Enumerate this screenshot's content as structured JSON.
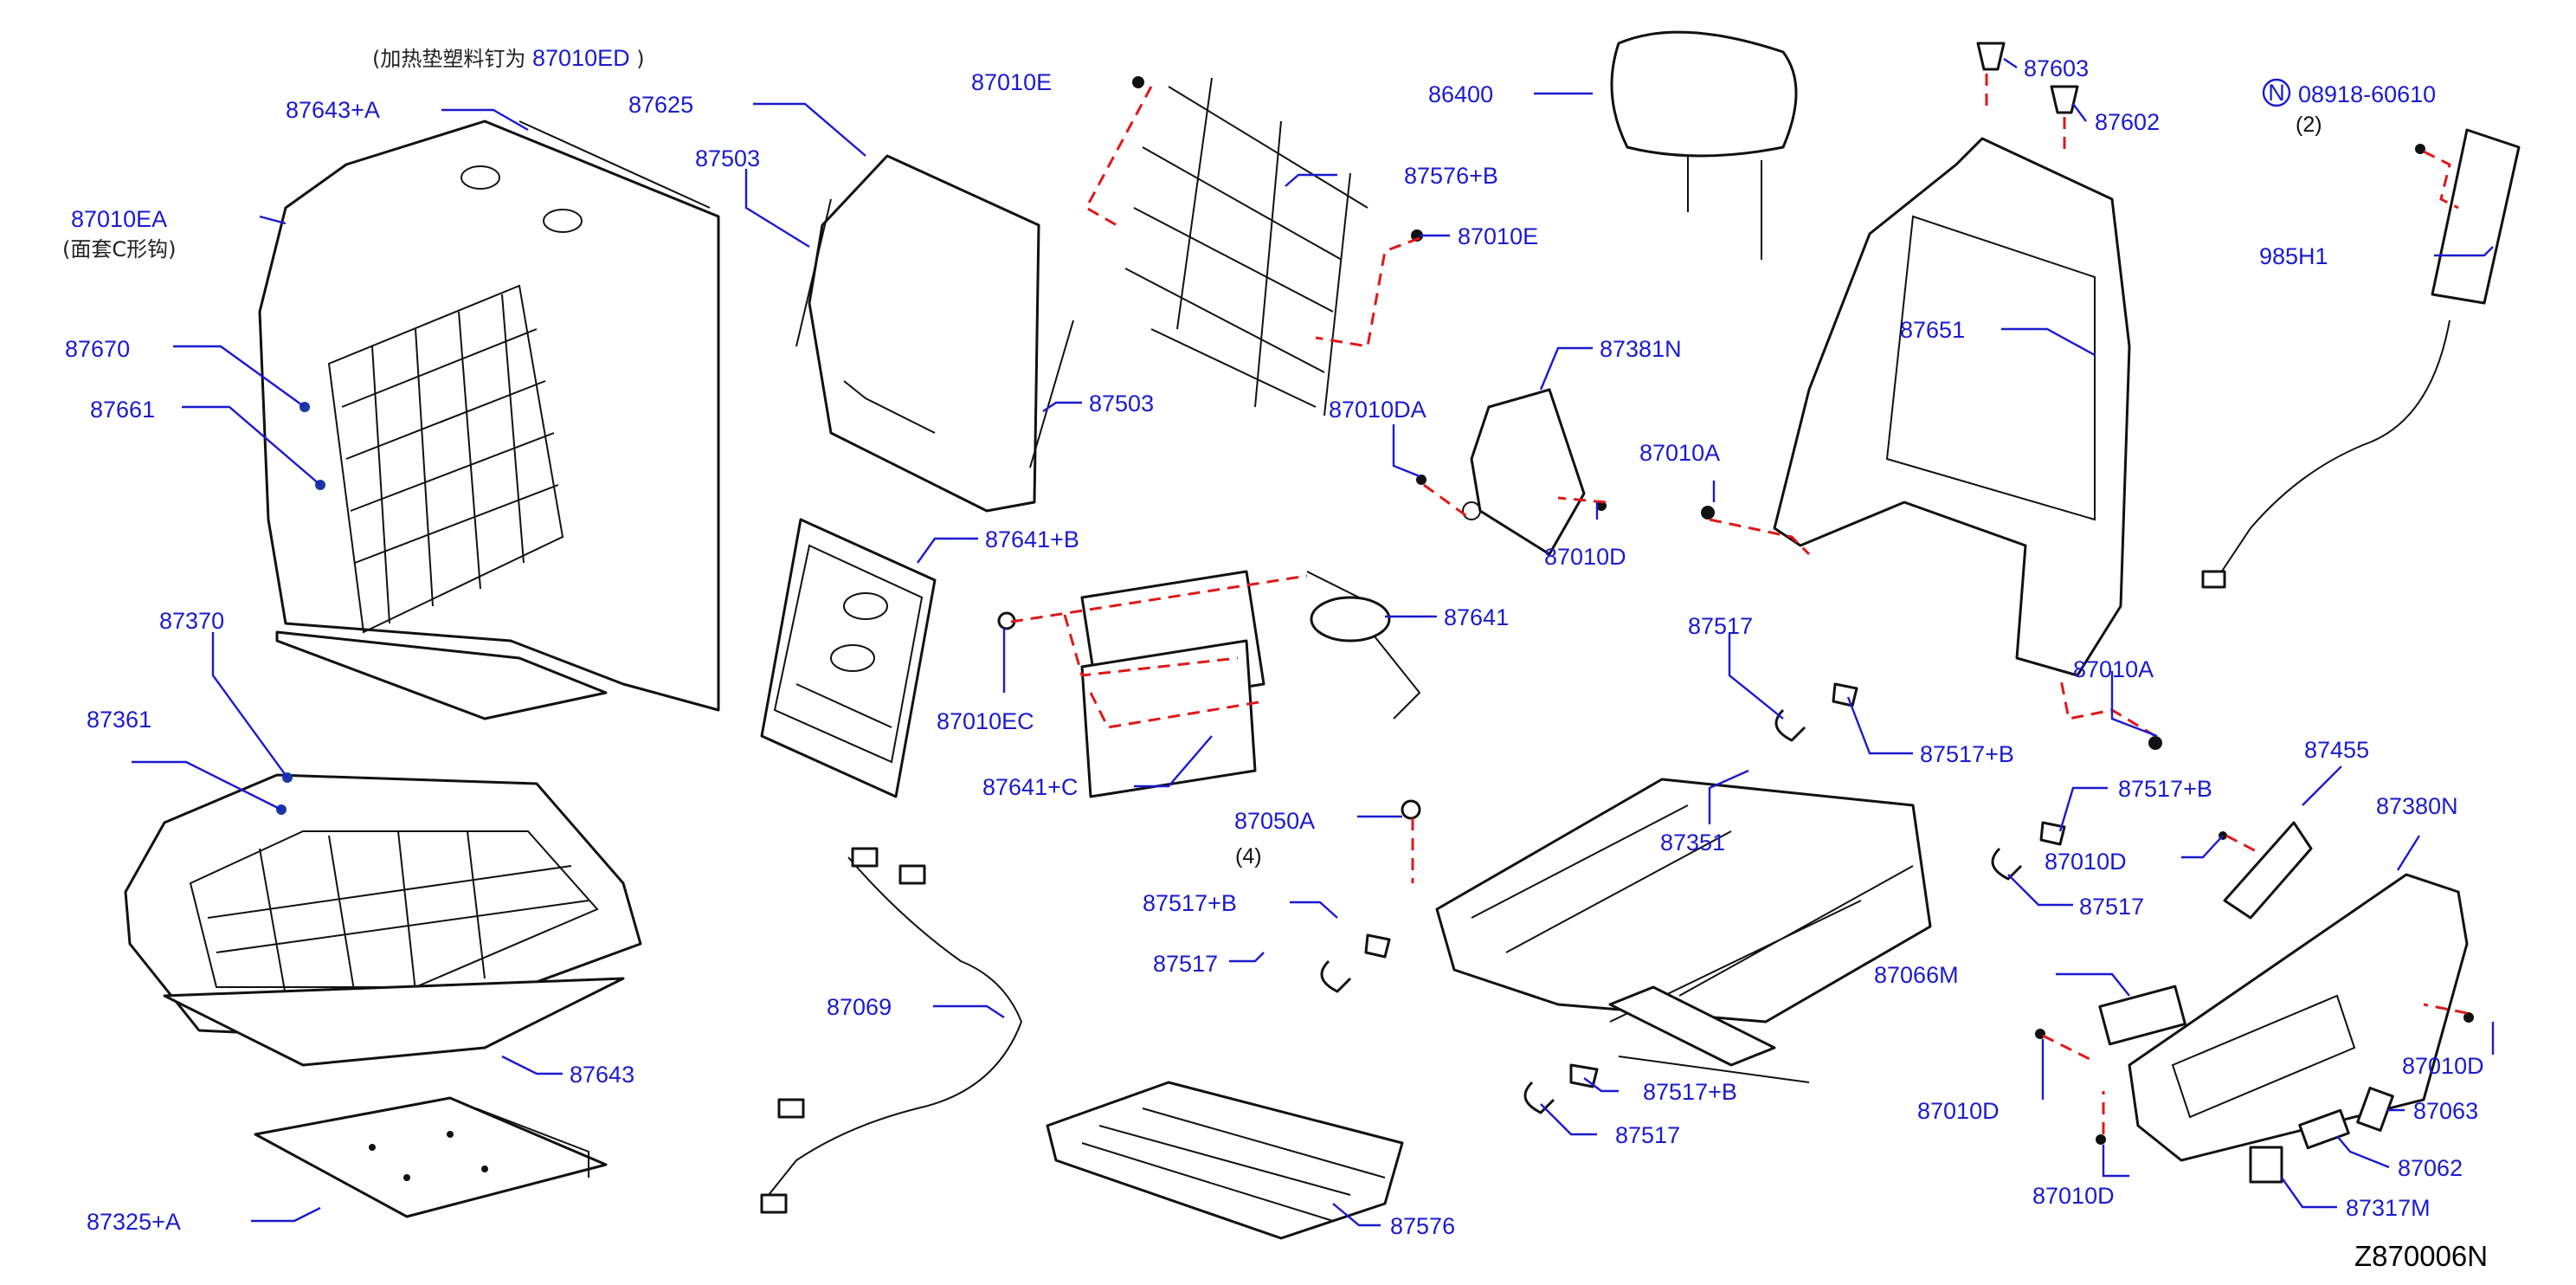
{
  "diagram_code": "Z870006N",
  "notes": {
    "top_note_prefix": "(加热垫塑料钉为 ",
    "top_note_part": "87010ED",
    "top_note_suffix": " )",
    "ea_note": "(面套C形钩)",
    "qty_87050A": "(4)",
    "qty_08918": "(2)",
    "n_mark": "N"
  },
  "labels": [
    {
      "id": "l1",
      "text": "87643+A"
    },
    {
      "id": "l2",
      "text": "87010EA"
    },
    {
      "id": "l3",
      "text": "87670"
    },
    {
      "id": "l4",
      "text": "87661"
    },
    {
      "id": "l5",
      "text": "87370"
    },
    {
      "id": "l6",
      "text": "87361"
    },
    {
      "id": "l7",
      "text": "87643"
    },
    {
      "id": "l8",
      "text": "87325+A"
    },
    {
      "id": "l9",
      "text": "87625"
    },
    {
      "id": "l10",
      "text": "87503"
    },
    {
      "id": "l11",
      "text": "87503"
    },
    {
      "id": "l12",
      "text": "87641+B"
    },
    {
      "id": "l13",
      "text": "87010E"
    },
    {
      "id": "l14",
      "text": "87576+B"
    },
    {
      "id": "l15",
      "text": "87010E"
    },
    {
      "id": "l16",
      "text": "87010DA"
    },
    {
      "id": "l17",
      "text": "87381N"
    },
    {
      "id": "l18",
      "text": "87010D"
    },
    {
      "id": "l19",
      "text": "87641"
    },
    {
      "id": "l20",
      "text": "87010EC"
    },
    {
      "id": "l21",
      "text": "87641+C"
    },
    {
      "id": "l22",
      "text": "87050A"
    },
    {
      "id": "l23",
      "text": "87069"
    },
    {
      "id": "l24",
      "text": "87517+B"
    },
    {
      "id": "l25",
      "text": "87517"
    },
    {
      "id": "l26",
      "text": "87576"
    },
    {
      "id": "l27",
      "text": "86400"
    },
    {
      "id": "l28",
      "text": "87603"
    },
    {
      "id": "l29",
      "text": "87602"
    },
    {
      "id": "l30",
      "text": "87651"
    },
    {
      "id": "l31",
      "text": "87010A"
    },
    {
      "id": "l32",
      "text": "87010A"
    },
    {
      "id": "l33",
      "text": "87517"
    },
    {
      "id": "l34",
      "text": "87517+B"
    },
    {
      "id": "l35",
      "text": "87351"
    },
    {
      "id": "l36",
      "text": "87517+B"
    },
    {
      "id": "l37",
      "text": "87517"
    },
    {
      "id": "l38",
      "text": "08918-60610"
    },
    {
      "id": "l39",
      "text": "985H1"
    },
    {
      "id": "l40",
      "text": "87517+B"
    },
    {
      "id": "l41",
      "text": "87010D"
    },
    {
      "id": "l42",
      "text": "87517"
    },
    {
      "id": "l43",
      "text": "87455"
    },
    {
      "id": "l44",
      "text": "87380N"
    },
    {
      "id": "l45",
      "text": "87066M"
    },
    {
      "id": "l46",
      "text": "87010D"
    },
    {
      "id": "l47",
      "text": "87010D"
    },
    {
      "id": "l48",
      "text": "87010D"
    },
    {
      "id": "l49",
      "text": "87063"
    },
    {
      "id": "l50",
      "text": "87062"
    },
    {
      "id": "l51",
      "text": "87317M"
    }
  ]
}
